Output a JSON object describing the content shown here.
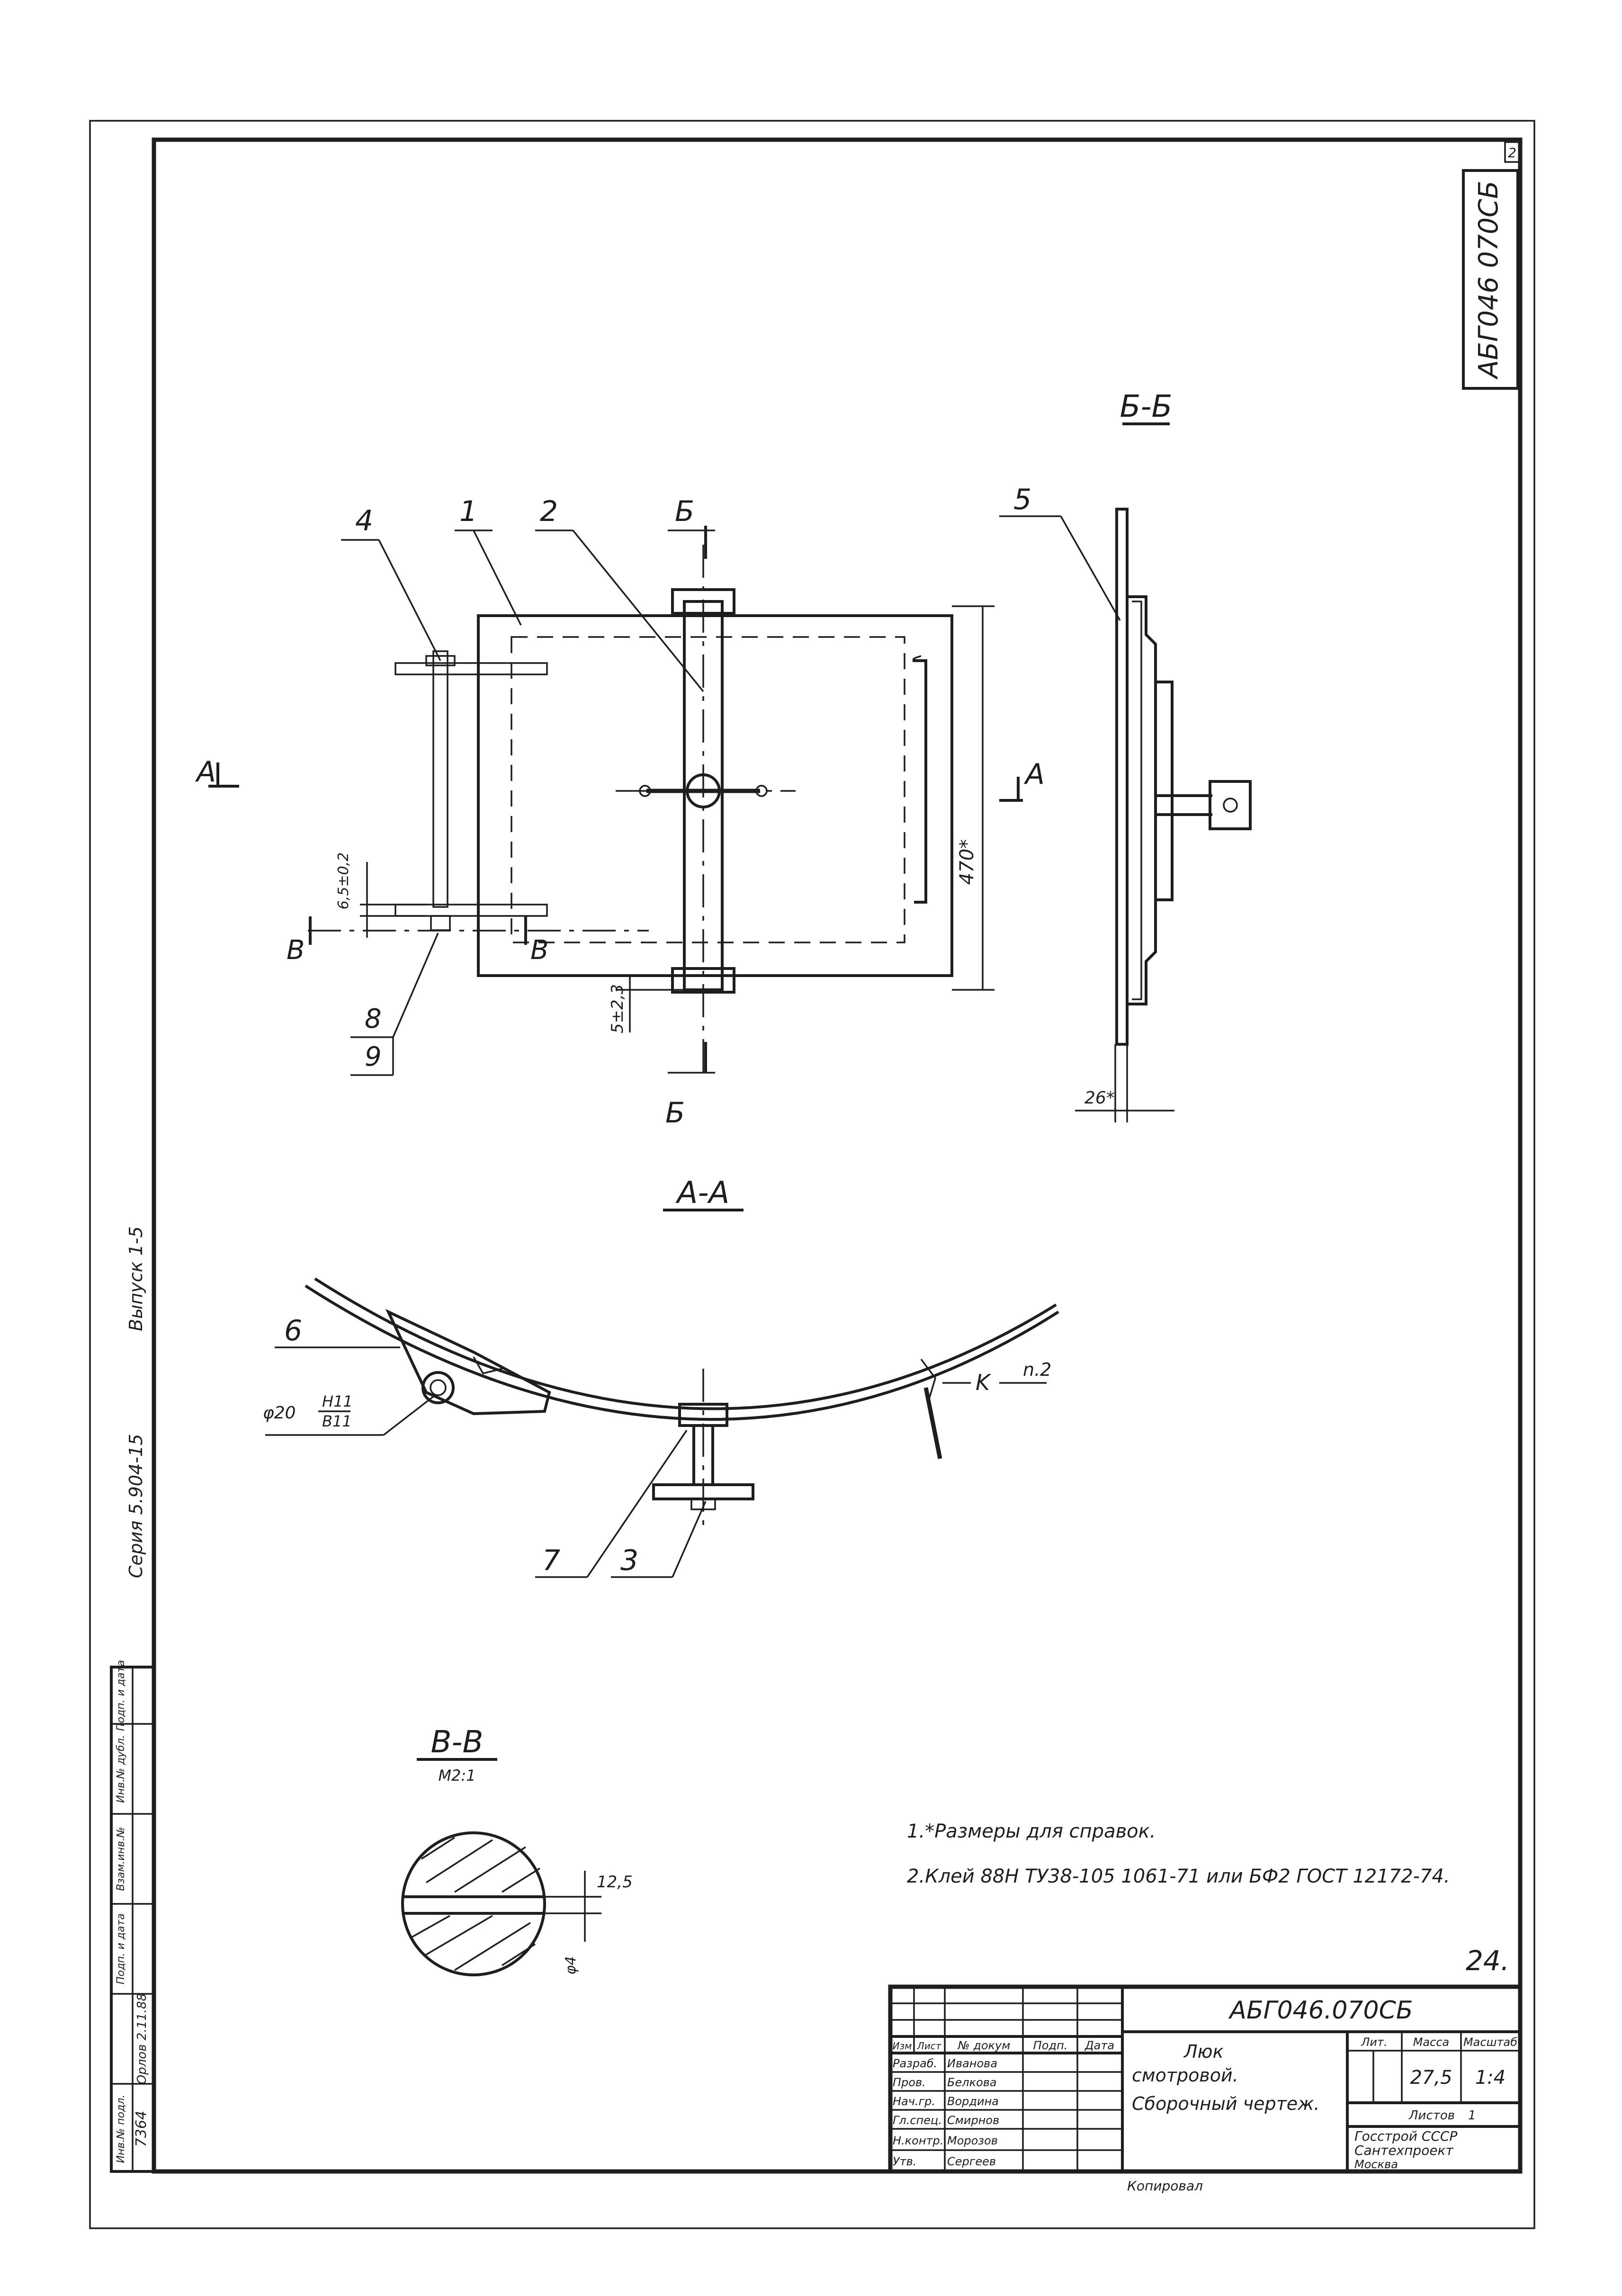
{
  "drawing": {
    "frame_code": "АБГ046 070СБ",
    "sheet_corner_no": "2",
    "page_number": "24.",
    "left_strip": {
      "vypusk": "Выпуск 1-5",
      "seria": "Серия 5.904-15"
    },
    "views": {
      "section_bb_title": "Б-Б",
      "section_aa_title": "А-А",
      "section_vv_title": "В-В",
      "section_vv_scale": "М2:1"
    },
    "cut_markers": {
      "a_left": "А",
      "a_right": "А",
      "b_top": "Б",
      "b_bottom": "Б",
      "v_left": "В",
      "v_right": "В"
    },
    "part_labels": {
      "p1": "1",
      "p2": "2",
      "p3": "3",
      "p4": "4",
      "p5": "5",
      "p6": "6",
      "p7": "7",
      "p8": "8",
      "p9": "9"
    },
    "dimensions": {
      "d_470": "470*",
      "d_5": "5±2,3",
      "d_65": "6,5±0,2",
      "d_26": "26*",
      "d_phi20": "φ20",
      "fit_h": "H11",
      "fit_b": "B11",
      "view_k": "K",
      "view_k_note": "n.2",
      "d_125": "12,5",
      "d_4": "φ4"
    },
    "notes": [
      "1.*Размеры для справок.",
      "2.Клей 88Н ТУ38-105 1061-71 или БФ2 ГОСТ 12172-74."
    ]
  },
  "title_block": {
    "designation": "АБГ046.070СБ",
    "name_lines": [
      "Люк",
      "смотровой.",
      "Сборочный чертеж."
    ],
    "col_lit": "Лит.",
    "col_mass": "Масса",
    "col_scale": "Масштаб",
    "mass_value": "27,5",
    "scale_value": "1:4",
    "header_cells": [
      "Изм",
      "Лист",
      "№ докум",
      "Подп.",
      "Дата"
    ],
    "role_rows": [
      "Разраб.",
      "Пров.",
      "Нач.гр.",
      "Гл.спец.",
      "Н.контр.",
      "Утв."
    ],
    "person_rows": [
      "Иванова",
      "Белкова",
      "Вордина",
      "Смирнов",
      "Морозов",
      "Сергеев"
    ],
    "org_lines": [
      "Госстрой СССР",
      "Сантехпроект",
      "Москва"
    ],
    "sheet_label": "Листов",
    "sheet_value": "1",
    "copied": "Копировал"
  },
  "side_stamp": {
    "cells": [
      "Инв.№ подл.",
      "Подп. и дата",
      "Взам.инв.№",
      "Инв.№ дубл.",
      "Подп. и дата"
    ],
    "number": "7364",
    "date": "Орлов 2.11.88"
  }
}
